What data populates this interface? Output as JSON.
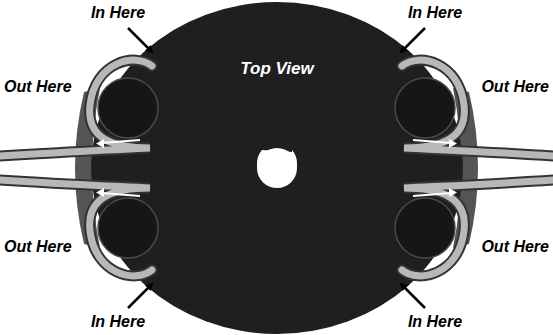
{
  "diagram": {
    "nodes": [
      {
        "text": [
          "Top View"
        ]
      }
    ],
    "labels": [
      "In Here",
      "In Here",
      "Out Here",
      "Out Here",
      "Out Here",
      "Out Here",
      "In Here",
      "In Here"
    ]
  }
}
